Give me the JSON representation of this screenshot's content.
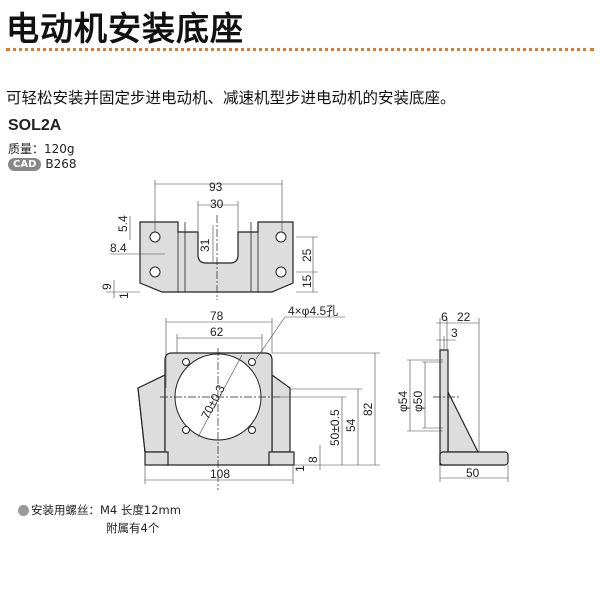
{
  "title": "电动机安装底座",
  "description": "可轻松安装并固定步进电动机、减速机型步进电动机的安装底座。",
  "model": "SOL2A",
  "mass": "质量：120g",
  "cad": {
    "badge": "CAD",
    "code": "B268"
  },
  "top_view": {
    "d93": "93",
    "d30": "30",
    "d31": "31",
    "d5_4": "5.4",
    "d8_4": "8.4",
    "d25": "25",
    "d15": "15",
    "d9": "9",
    "d1": "1"
  },
  "front_view": {
    "d78": "78",
    "d62": "62",
    "holes": "4×φ4.5孔",
    "d70": "70±0.3",
    "d50": "50±0.5",
    "d54": "54",
    "d82": "82",
    "d8": "8",
    "d1": "1",
    "d108": "108"
  },
  "side_view": {
    "d6": "6",
    "d22": "22",
    "d3": "3",
    "phi54": "φ54",
    "phi50": "φ50",
    "d50": "50"
  },
  "screw": {
    "label": "安装用螺丝：M4 长度12mm",
    "note": "附属有4个"
  },
  "colors": {
    "accent": "#e8761c"
  }
}
